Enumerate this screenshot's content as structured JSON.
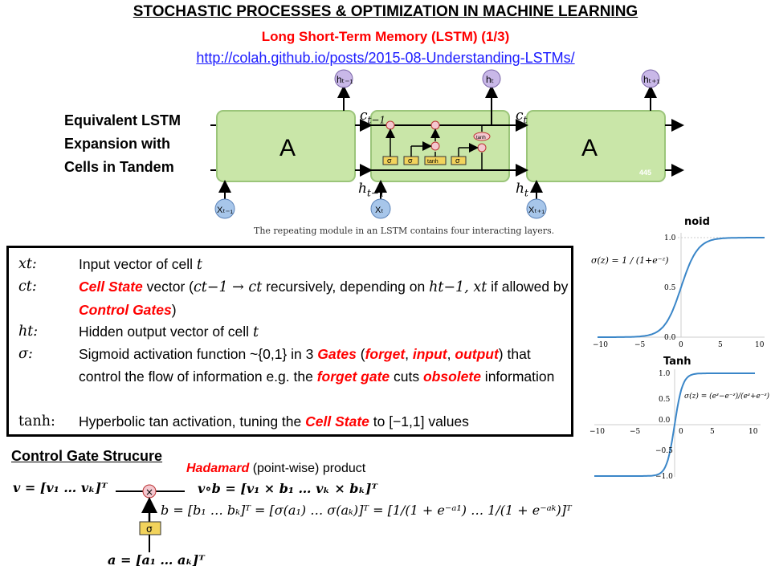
{
  "header": {
    "title": "STOCHASTIC PROCESSES & OPTIMIZATION IN MACHINE LEARNING",
    "subtitle": "Long Short-Term Memory (LSTM) (1/3)",
    "link": "http://colah.github.io/posts/2015-08-Understanding-LSTMs/"
  },
  "expansion_note": {
    "lines": [
      "Equivalent LSTM",
      "Expansion with",
      "Cells in Tandem"
    ]
  },
  "diagram": {
    "cell_label": "A",
    "caption": "The repeating module in an LSTM contains four interacting layers.",
    "labels": {
      "c_prev": "c",
      "c_prev_sub": "t−1",
      "c_cur": "c",
      "c_cur_sub": "t",
      "h_prev": "h",
      "h_prev_sub": "t−1",
      "h_cur": "h",
      "h_cur_sub": "t"
    },
    "nodes": {
      "h_left": "hₜ₋₁",
      "h_mid": "hₜ",
      "h_right": "hₜ₊₁",
      "x_left": "Xₜ₋₁",
      "x_mid": "Xₜ",
      "x_right": "Xₜ₊₁"
    },
    "gates": [
      "σ",
      "σ",
      "tanh",
      "σ"
    ],
    "tanh_op": "tanh",
    "watermark": "445"
  },
  "definitions": [
    {
      "symbol": "xt:",
      "parts": [
        {
          "t": "Input vector of cell "
        },
        {
          "t": "t",
          "math": true
        }
      ]
    },
    {
      "symbol": "ct:",
      "parts": [
        {
          "t": "Cell State",
          "red": true
        },
        {
          "t": " vector ("
        },
        {
          "t": "ct−1 → ct",
          "math": true
        },
        {
          "t": " recursively, depending on "
        },
        {
          "t": "ht−1, xt",
          "math": true
        },
        {
          "t": " if allowed by "
        },
        {
          "t": "Control Gates",
          "red": true
        },
        {
          "t": ")"
        }
      ]
    },
    {
      "symbol": "ht:",
      "parts": [
        {
          "t": "Hidden output vector of cell "
        },
        {
          "t": "t",
          "math": true
        }
      ]
    },
    {
      "symbol": "σ:",
      "parts": [
        {
          "t": "Sigmoid activation function ~{0,1} in 3 "
        },
        {
          "t": "Gates",
          "red": true
        },
        {
          "t": " ("
        },
        {
          "t": "forget",
          "red": true
        },
        {
          "t": ", "
        },
        {
          "t": "input",
          "red": true
        },
        {
          "t": ", "
        },
        {
          "t": "output",
          "red": true
        },
        {
          "t": ") that control the flow of information e.g. the "
        },
        {
          "t": "forget gate",
          "red": true
        },
        {
          "t": " cuts "
        },
        {
          "t": "obsolete",
          "red": true
        },
        {
          "t": " information"
        }
      ]
    },
    {
      "symbol": "tanh:",
      "parts": [
        {
          "t": "Hyperbolic tan activation, tuning the "
        },
        {
          "t": "Cell State",
          "red": true
        },
        {
          "t": " to [−1,1] values"
        }
      ]
    }
  ],
  "control_gate": {
    "title": "Control Gate Strucure",
    "hadamard_red": "Hadamard",
    "hadamard_rest": " (point-wise) product",
    "v_eq": "v = [v₁ … vₖ]ᵀ",
    "vb_eq": "v∘b = [v₁ × b₁ … vₖ × bₖ]ᵀ",
    "b_eq": "b = [b₁ … bₖ]ᵀ = [σ(a₁) … σ(aₖ)]ᵀ = [1/(1 + e⁻ᵃ¹) … 1/(1 + e⁻ᵃᵏ)]ᵀ",
    "a_eq": "a = [a₁ … aₖ]ᵀ",
    "gate_symbol": "σ",
    "times_symbol": "×"
  },
  "sigmoid_plot": {
    "title_fragment": "noid",
    "formula": "σ(z) = 1 / (1+e⁻ᶻ)",
    "x_ticks": [
      "−10",
      "−5",
      "0",
      "5",
      "10"
    ],
    "y_ticks": [
      "1.0",
      "0.5",
      "0.0"
    ]
  },
  "tanh_plot": {
    "title": "Tanh",
    "formula": "σ(z) = (eᶻ−e⁻ᶻ)/(eᶻ+e⁻ᶻ)",
    "x_ticks": [
      "−10",
      "−5",
      "0",
      "5",
      "10"
    ],
    "y_ticks": [
      "1.0",
      "0.5",
      "0.0",
      "−0.5",
      "−1.0"
    ]
  }
}
